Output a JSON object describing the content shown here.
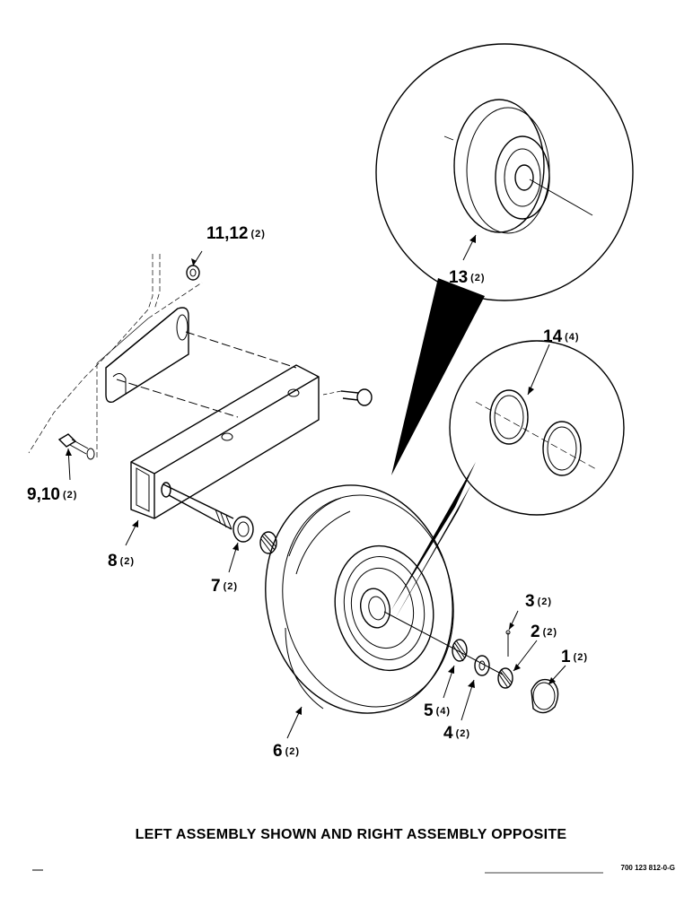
{
  "callouts": [
    {
      "id": "1",
      "number": "1",
      "qty": "(2)"
    },
    {
      "id": "2",
      "number": "2",
      "qty": "(2)"
    },
    {
      "id": "3",
      "number": "3",
      "qty": "(2)"
    },
    {
      "id": "4",
      "number": "4",
      "qty": "(2)"
    },
    {
      "id": "5",
      "number": "5",
      "qty": "(4)"
    },
    {
      "id": "6",
      "number": "6",
      "qty": "(2)"
    },
    {
      "id": "7",
      "number": "7",
      "qty": "(2)"
    },
    {
      "id": "8",
      "number": "8",
      "qty": "(2)"
    },
    {
      "id": "9-10",
      "number": "9,10",
      "qty": "(2)"
    },
    {
      "id": "11-12",
      "number": "11,12",
      "qty": "(2)"
    },
    {
      "id": "13",
      "number": "13",
      "qty": "(2)"
    },
    {
      "id": "14",
      "number": "14",
      "qty": "(4)"
    }
  ],
  "caption": "LEFT ASSEMBLY SHOWN AND RIGHT ASSEMBLY OPPOSITE",
  "drawing_number": "700 123 812-0-G"
}
